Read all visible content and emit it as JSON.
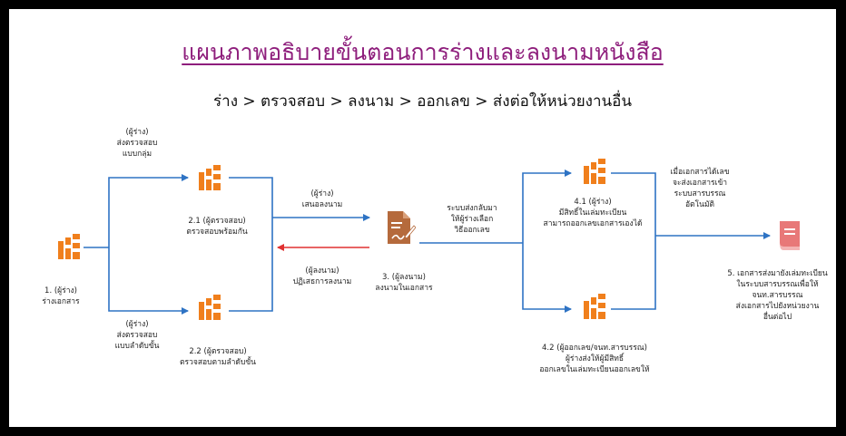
{
  "title": "แผนภาพอธิบายขั้นตอนการร่างและลงนามหนังสือ",
  "subtitle": "ร่าง > ตรวจสอบ > ลงนาม > ออกเลข > ส่งต่อให้หน่วยงานอื่น",
  "labels": {
    "step1": [
      "1. (ผู้ร่าง)",
      "ร่างเอกสาร"
    ],
    "branch_top": [
      "(ผู้ร่าง)",
      "ส่งตรวจสอบ",
      "แบบกลุ่ม"
    ],
    "branch_bottom": [
      "(ผู้ร่าง)",
      "ส่งตรวจสอบ",
      "แบบลำดับขั้น"
    ],
    "step2_1": [
      "2.1 (ผู้ตรวจสอบ)",
      "ตรวจสอบพร้อมกัน"
    ],
    "step2_2": [
      "2.2 (ผู้ตรวจสอบ)",
      "ตรวจสอบตามลำดับขั้น"
    ],
    "propose": [
      "(ผู้ร่าง)",
      "เสนอลงนาม"
    ],
    "reject": [
      "(ผู้ลงนาม)",
      "ปฏิเสธการลงนาม"
    ],
    "step3": [
      "3. (ผู้ลงนาม)",
      "ลงนามในเอกสาร"
    ],
    "return": [
      "ระบบส่งกลับมา",
      "ให้ผู้ร่างเลือก",
      "วิธีออกเลข"
    ],
    "step4_1": [
      "4.1 (ผู้ร่าง)",
      "มีสิทธิ์ในเล่มทะเบียน",
      "สามารถออกเลขเอกสารเองได้"
    ],
    "step4_2": [
      "4.2 (ผู้ออกเลข/จนท.สารบรรณ)",
      "ผู้ร่างส่งให้ผู้มีสิทธิ์",
      "ออกเลขในเล่มทะเบียนออกเลขให้"
    ],
    "sent": [
      "เมื่อเอกสารได้เลข",
      "จะส่งเอกสารเข้า",
      "ระบบสารบรรณ",
      "อัตโนมัติ"
    ],
    "step5": [
      "5. เอกสารส่งมายังเล่มทะเบียน",
      "ในระบบสารบรรณเพื่อให้",
      "จนท.สารบรรณ",
      "ส่งเอกสารไปยังหน่วยงาน",
      "อื่นต่อไป"
    ]
  },
  "colors": {
    "title": "#8e1e7c",
    "flow": "#2e73c4",
    "reject": "#e03030",
    "step_icon": "#f07f1c",
    "sign_icon": "#b56a3c",
    "book_icon": "#e87878"
  },
  "icons": [
    "step-icon",
    "sign-document-icon",
    "book-icon"
  ]
}
